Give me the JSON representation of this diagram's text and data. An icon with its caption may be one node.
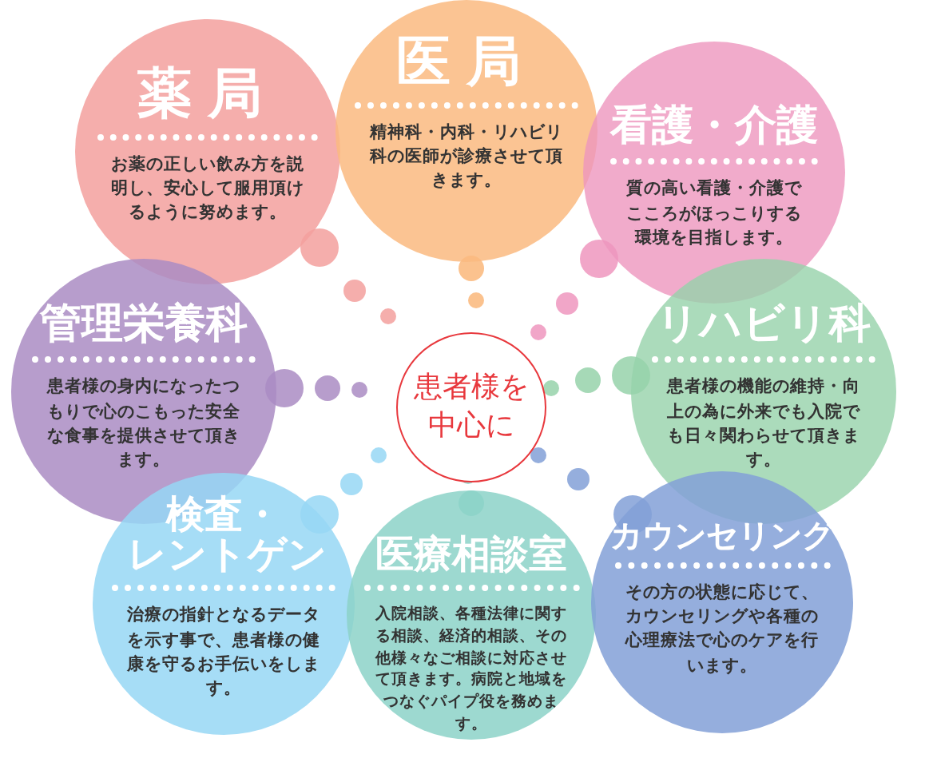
{
  "diagram": {
    "nodes": [
      {
        "text": [
          "薬局",
          "お薬の正しい飲み方を説明し、安心して服用頂けるように努めます。"
        ]
      },
      {
        "text": [
          "医局",
          "精神科・内科・リハビリ科の医師が診療させて頂きます。"
        ]
      },
      {
        "text": [
          "看護・介護",
          "質の高い看護・介護でこころがほっこりする環境を目指します。"
        ]
      },
      {
        "text": [
          "管理栄養科",
          "患者様の身内になったつもりで心のこもった安全な食事を提供させて頂きます。"
        ]
      },
      {
        "text": [
          "患者様を中心に"
        ]
      },
      {
        "text": [
          "リハビリ科",
          "患者様の機能の維持・向上の為に外来でも入院でも日々関わらせて頂きます。"
        ]
      },
      {
        "text": [
          "検査・レントゲン",
          "治療の指針となるデータを示す事で、患者様の健康を守るお手伝いをします。"
        ]
      },
      {
        "text": [
          "医療相談室",
          "入院相談、各種法律に関する相談、経済的相談、その他様々なご相談に対応させて頂きます。病院と地域をつなぐパイプ役を務めます。"
        ]
      },
      {
        "text": [
          "カウンセリング",
          "その方の状態に応じて、カウンセリングや各種の心理療法で心のケアを行います。"
        ]
      }
    ]
  }
}
